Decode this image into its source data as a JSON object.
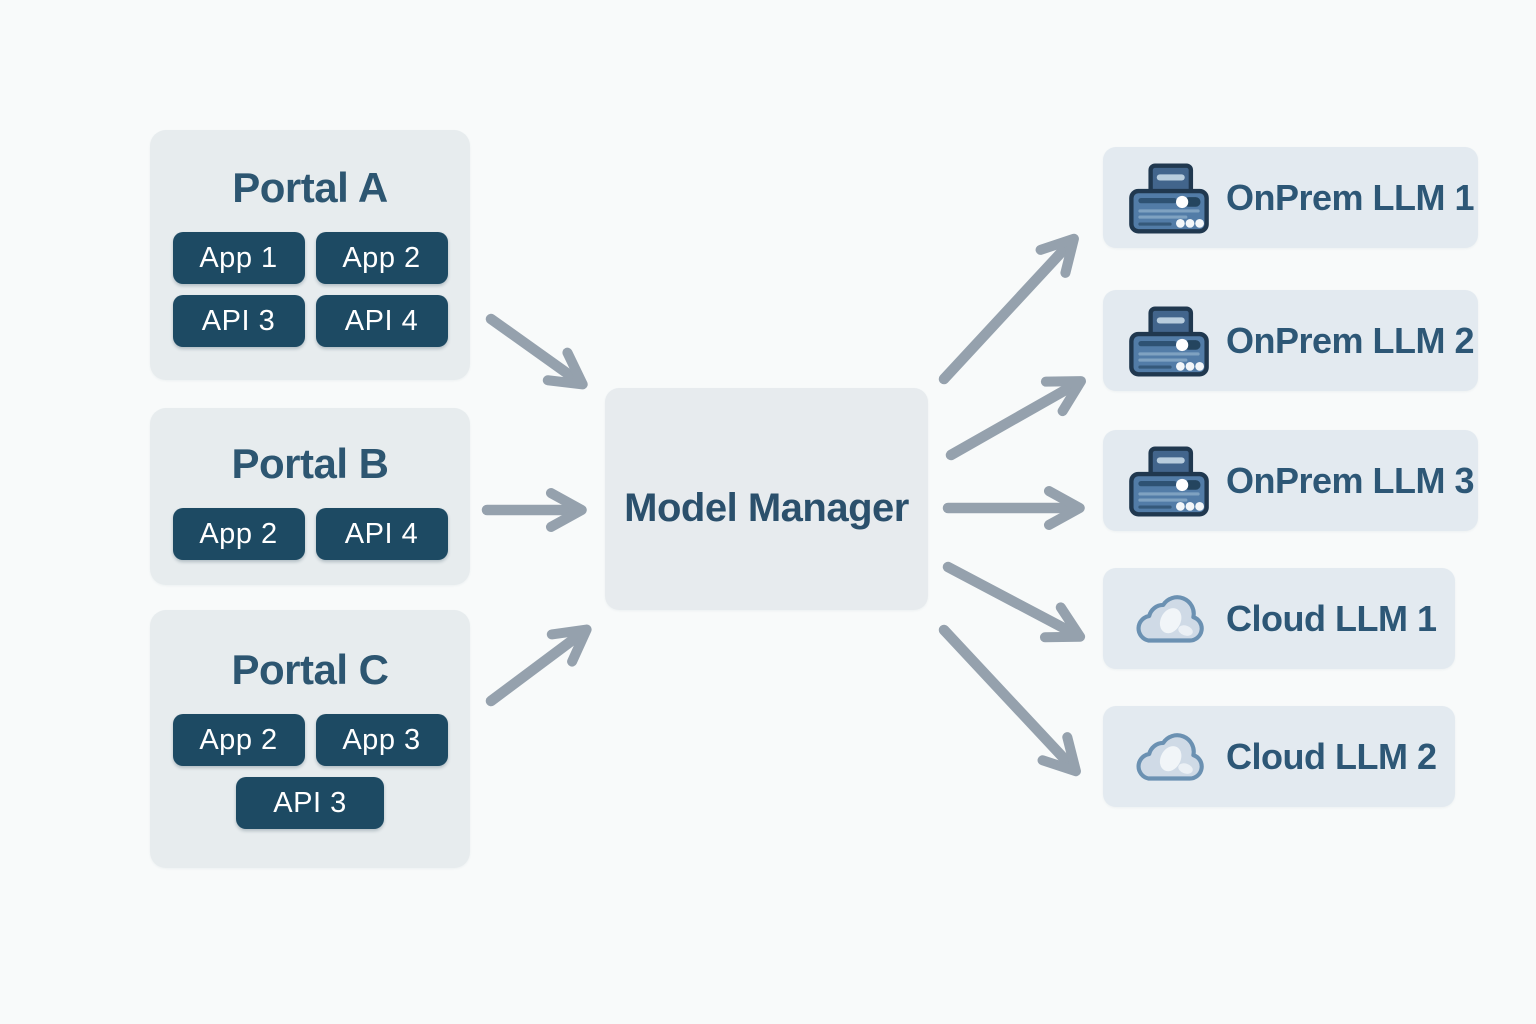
{
  "diagram": {
    "portals": [
      {
        "title": "Portal A",
        "chips": [
          "App 1",
          "App 2",
          "API 3",
          "API 4"
        ]
      },
      {
        "title": "Portal B",
        "chips": [
          "App 2",
          "API 4"
        ]
      },
      {
        "title": "Portal C",
        "chips": [
          "App 2",
          "App 3",
          "API 3"
        ]
      }
    ],
    "hub": {
      "title": "Model Manager"
    },
    "endpoints": [
      {
        "label": "OnPrem LLM 1",
        "icon": "server-icon"
      },
      {
        "label": "OnPrem LLM 2",
        "icon": "server-icon"
      },
      {
        "label": "OnPrem LLM 3",
        "icon": "server-icon"
      },
      {
        "label": "Cloud LLM 1",
        "icon": "cloud-icon"
      },
      {
        "label": "Cloud LLM 2",
        "icon": "cloud-icon"
      }
    ],
    "connections": [
      "Portal A -> Model Manager",
      "Portal B -> Model Manager",
      "Portal C -> Model Manager",
      "Model Manager -> OnPrem LLM 1",
      "Model Manager -> OnPrem LLM 2",
      "Model Manager -> OnPrem LLM 3",
      "Model Manager -> Cloud LLM 1",
      "Model Manager -> Cloud LLM 2"
    ],
    "colors": {
      "background": "#f8fafa",
      "portal_panel": "#e7ecee",
      "hub_panel": "#e7ebee",
      "endpoint_panel": "#e3eaf0",
      "chip": "#1d4a63",
      "chip_text": "#ffffff",
      "title_text": "#2d5671",
      "endpoint_text": "#2d5776",
      "arrow": "#95a1ad"
    }
  }
}
